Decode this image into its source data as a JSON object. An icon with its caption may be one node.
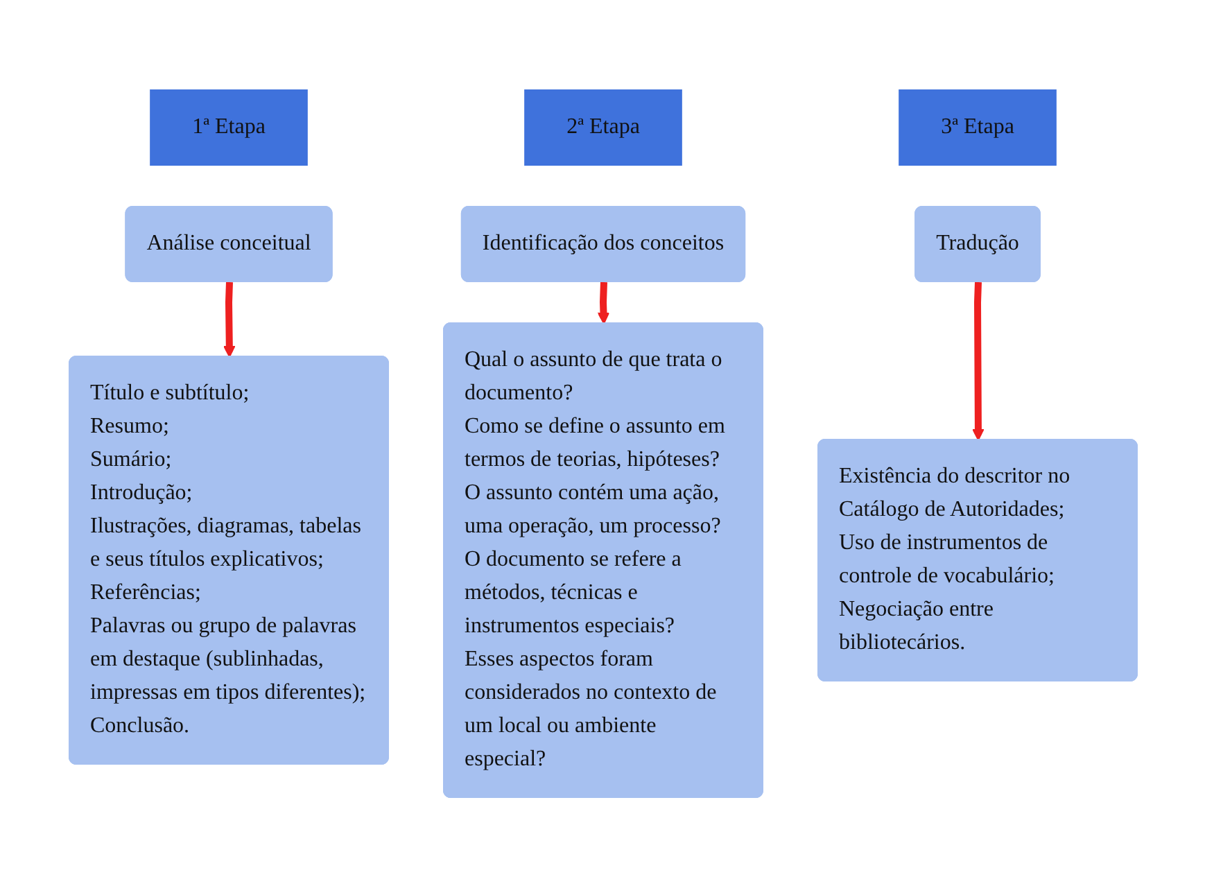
{
  "diagram": {
    "nodes": [
      {
        "text": [
          "1ª Etapa"
        ]
      },
      {
        "text": [
          "2ª Etapa"
        ]
      },
      {
        "text": [
          "3ª Etapa"
        ]
      },
      {
        "text": [
          "Análise conceitual"
        ]
      },
      {
        "text": [
          "Identificação dos conceitos"
        ]
      },
      {
        "text": [
          "Tradução"
        ]
      },
      {
        "text": [
          "Título e subtítulo;",
          "Resumo;",
          "Sumário;",
          "Introdução;",
          "Ilustrações, diagramas, tabelas e seus títulos explicativos;",
          "Referências;",
          "Palavras ou grupo de palavras em destaque (sublinhadas, impressas em tipos diferentes);",
          "Conclusão."
        ]
      },
      {
        "text": [
          "Qual o assunto de que trata o documento?",
          "Como se define o assunto em termos de teorias, hipóteses?",
          "O assunto contém uma ação, uma operação, um processo?",
          "O documento se refere a métodos, técnicas e instrumentos especiais?",
          "Esses aspectos foram considerados no contexto de um local ou ambiente especial?"
        ]
      },
      {
        "text": [
          "Existência do descritor no Catálogo de Autoridades;",
          "Uso de instrumentos de controle de vocabulário;",
          "Negociação entre bibliotecários."
        ]
      }
    ],
    "edges": [
      {
        "from": 3,
        "to": 6,
        "arrow": "to"
      },
      {
        "from": 4,
        "to": 7,
        "arrow": "to"
      },
      {
        "from": 5,
        "to": 8,
        "arrow": "to"
      }
    ]
  }
}
